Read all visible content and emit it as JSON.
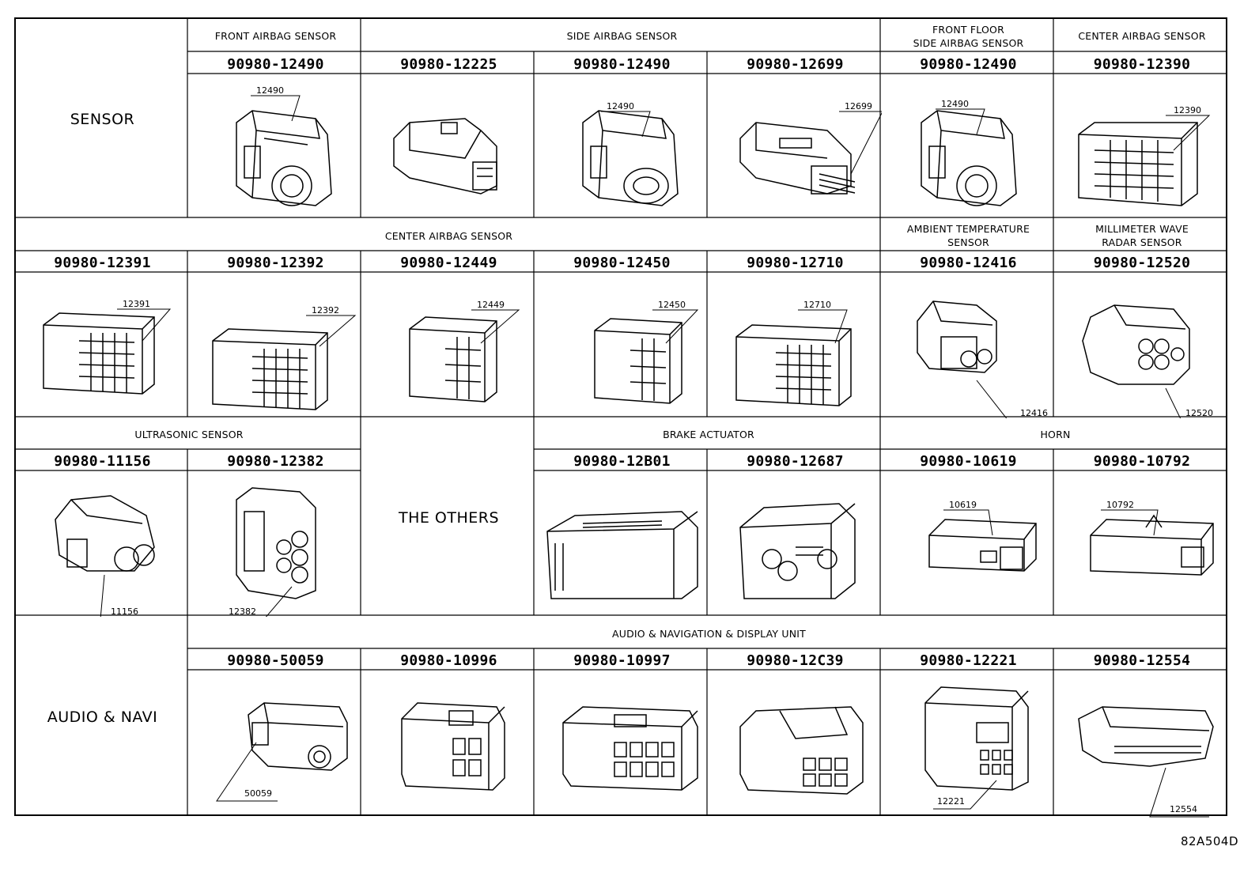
{
  "groups": {
    "sensor": "SENSOR",
    "others": "THE OTHERS",
    "audio": "AUDIO & NAVI"
  },
  "headers": {
    "front_airbag": "FRONT AIRBAG SENSOR",
    "side_airbag": "SIDE AIRBAG SENSOR",
    "front_floor_line1": "FRONT FLOOR",
    "front_floor_line2": "SIDE AIRBAG SENSOR",
    "center_airbag": "CENTER AIRBAG SENSOR",
    "center_airbag_row2": "CENTER AIRBAG SENSOR",
    "ambient_line1": "AMBIENT TEMPERATURE",
    "ambient_line2": "SENSOR",
    "mmwave_line1": "MILLIMETER WAVE",
    "mmwave_line2": "RADAR SENSOR",
    "ultrasonic": "ULTRASONIC SENSOR",
    "brake": "BRAKE ACTUATOR",
    "horn": "HORN",
    "audio_unit": "AUDIO & NAVIGATION & DISPLAY UNIT"
  },
  "rows": [
    {
      "parts": [
        "90980-12490",
        "90980-12225",
        "90980-12490",
        "90980-12699",
        "90980-12490",
        "90980-12390"
      ],
      "callouts": [
        "12490",
        "",
        "12490",
        "12699",
        "12490",
        "12390"
      ]
    },
    {
      "parts": [
        "90980-12391",
        "90980-12392",
        "90980-12449",
        "90980-12450",
        "90980-12710",
        "90980-12416",
        "90980-12520"
      ],
      "callouts": [
        "12391",
        "12392",
        "12449",
        "12450",
        "12710",
        "12416",
        "12520"
      ]
    },
    {
      "parts": [
        "90980-11156",
        "90980-12382",
        "90980-12B01",
        "90980-12687",
        "90980-10619",
        "90980-10792"
      ],
      "callouts": [
        "11156",
        "12382",
        "",
        "",
        "10619",
        "10792"
      ]
    },
    {
      "parts": [
        "90980-50059",
        "90980-10996",
        "90980-10997",
        "90980-12C39",
        "90980-12221",
        "90980-12554"
      ],
      "callouts": [
        "50059",
        "",
        "",
        "",
        "12221",
        "12554"
      ]
    }
  ],
  "doc_code": "82A504D"
}
